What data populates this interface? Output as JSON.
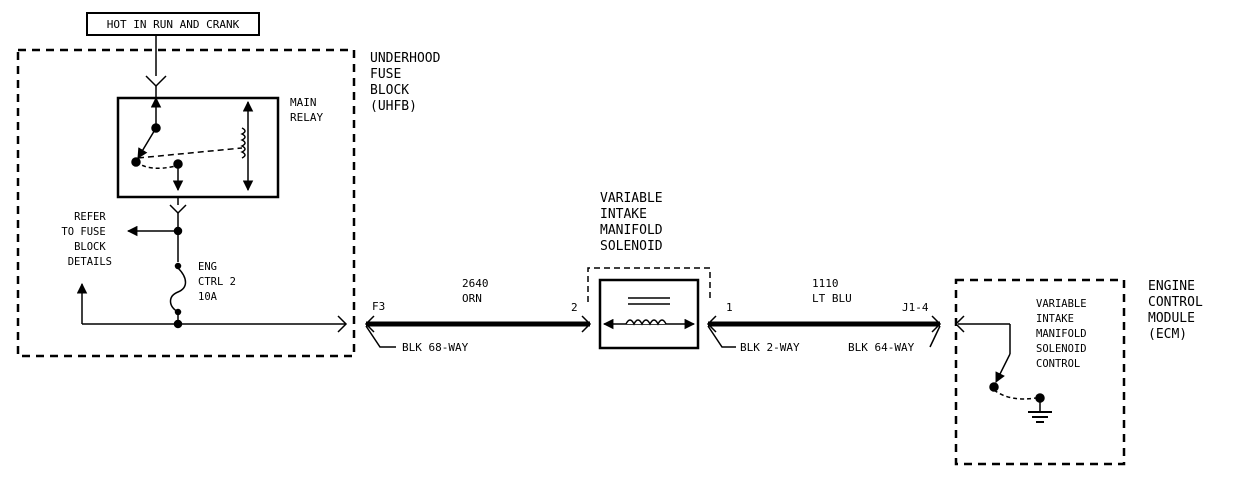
{
  "power_label": "HOT IN RUN AND CRANK",
  "uhfb": {
    "lines": [
      "UNDERHOOD",
      "FUSE",
      "BLOCK",
      "(UHFB)"
    ]
  },
  "main_relay": {
    "lines": [
      "MAIN",
      "RELAY"
    ]
  },
  "refer": {
    "lines": [
      "REFER",
      "TO FUSE",
      "BLOCK",
      "DETAILS"
    ]
  },
  "fuse": {
    "lines": [
      "ENG",
      "CTRL 2",
      "10A"
    ]
  },
  "solenoid": {
    "lines": [
      "VARIABLE",
      "INTAKE",
      "MANIFOLD",
      "SOLENOID"
    ]
  },
  "wire_left": {
    "circuit": "2640",
    "color": "ORN"
  },
  "wire_right": {
    "circuit": "1110",
    "color": "LT BLU"
  },
  "pins": {
    "f3": "F3",
    "p2": "2",
    "p1": "1",
    "j1_4": "J1-4"
  },
  "connectors": {
    "c68": "BLK 68-WAY",
    "c2": "BLK 2-WAY",
    "c64": "BLK 64-WAY"
  },
  "ecm": {
    "lines": [
      "ENGINE",
      "CONTROL",
      "MODULE",
      "(ECM)"
    ]
  },
  "ecm_control": {
    "lines": [
      "VARIABLE",
      "INTAKE",
      "MANIFOLD",
      "SOLENOID",
      "CONTROL"
    ]
  },
  "colors": {
    "ink": "#000000",
    "paper": "#ffffff"
  }
}
